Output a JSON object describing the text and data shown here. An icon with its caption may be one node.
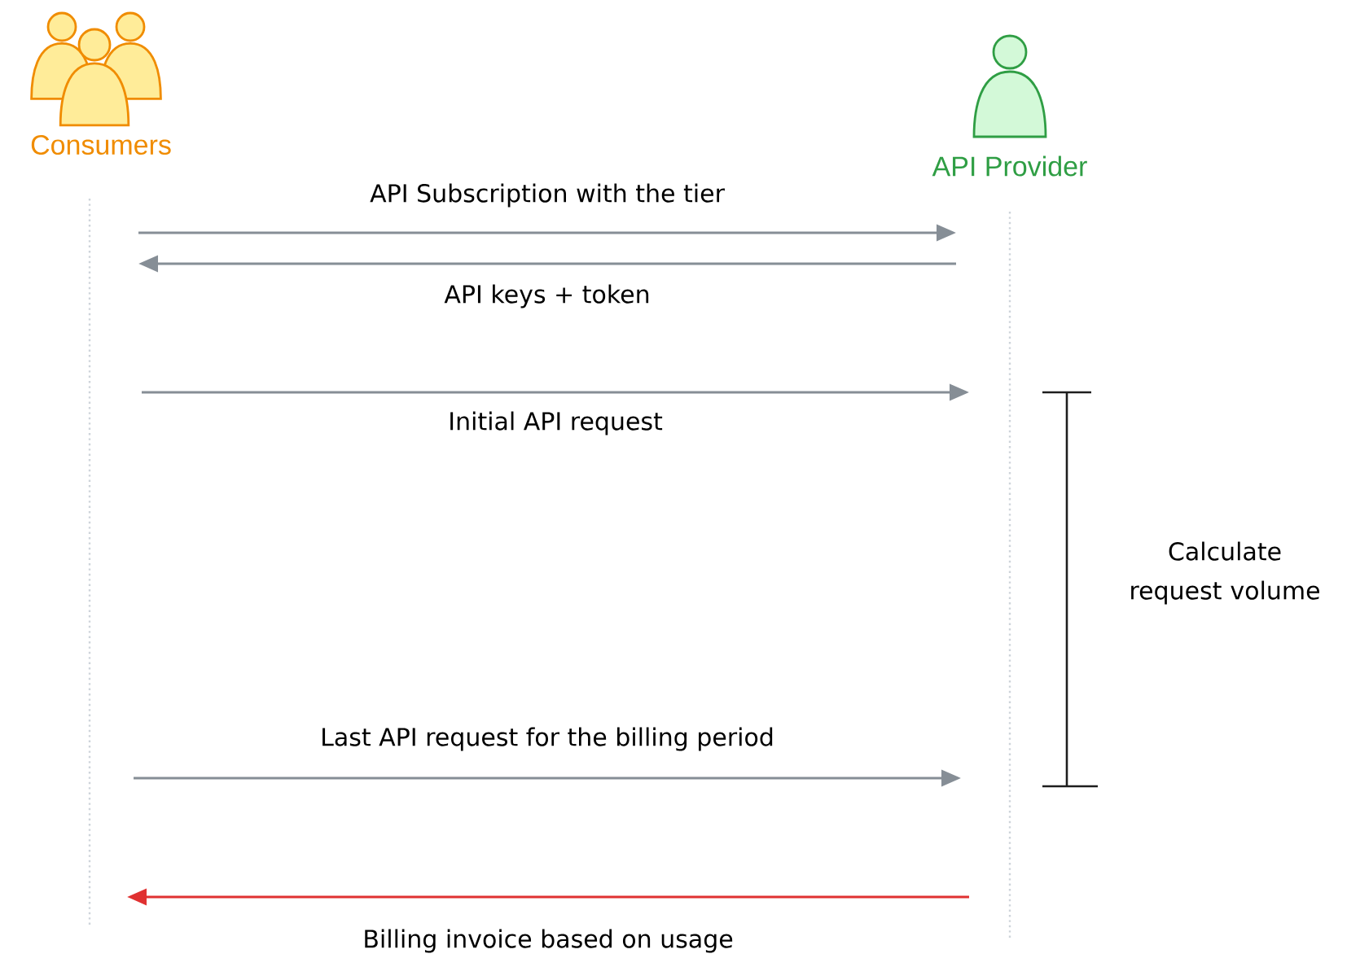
{
  "diagram": {
    "nodes": [
      {
        "text": [
          "Consumers"
        ]
      },
      {
        "text": [
          "API Provider"
        ]
      }
    ],
    "edges": [
      {
        "from": 0,
        "to": 1,
        "arrow": "to",
        "label": "API Subscription with the tier"
      },
      {
        "from": 1,
        "to": 0,
        "arrow": "to",
        "label": "API keys + token"
      },
      {
        "from": 0,
        "to": 1,
        "arrow": "to",
        "label": "Initial API request"
      },
      {
        "from": 0,
        "to": 1,
        "arrow": "to",
        "label": "Last API request for the billing period"
      },
      {
        "from": 1,
        "to": 0,
        "arrow": "to",
        "label": "Billing invoice based on usage",
        "color": "#e03131"
      }
    ],
    "labels": [
      "Calculate request volume"
    ]
  }
}
